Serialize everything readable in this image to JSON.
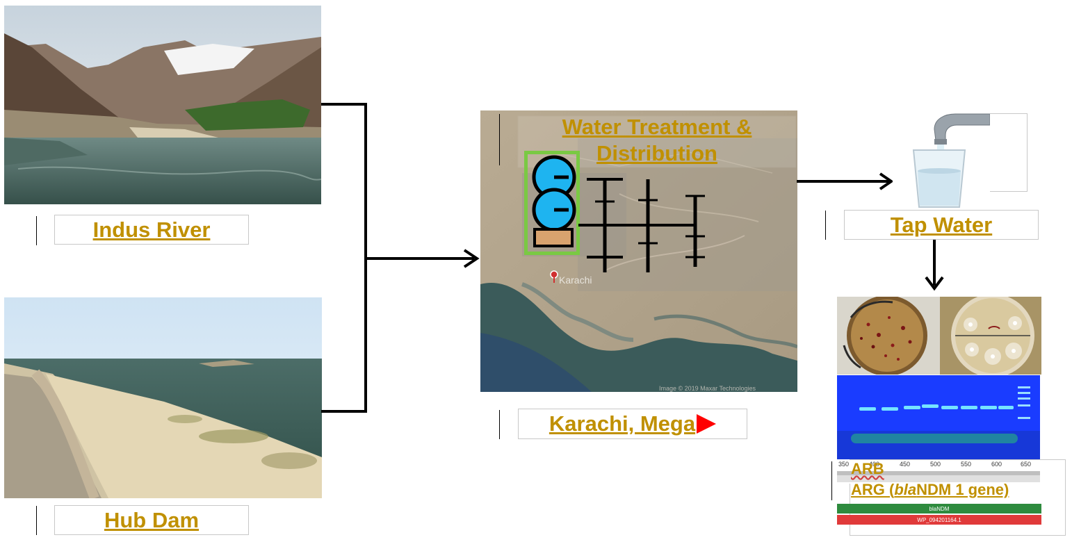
{
  "sources": {
    "indus_label": "Indus River",
    "hub_label": "Hub Dam"
  },
  "center": {
    "title_line1": "Water Treatment &",
    "title_line2": "Distribution",
    "city_marker": "Karachi",
    "map_credit": "Image © 2019 Maxar Technologies",
    "caption": "Karachi, Mega"
  },
  "right": {
    "tap_label": "Tap Water",
    "arb_label": "ARB",
    "arg_label_prefix": "ARG (",
    "arg_label_italic": "bla",
    "arg_label_suffix": "NDM 1 gene)",
    "ruler_ticks": [
      "350",
      "400",
      "450",
      "500",
      "550",
      "600",
      "650"
    ],
    "gene_track_label": "blaNDM",
    "protein_track_label": "WP_094201164.1"
  },
  "colors": {
    "label_gold": "#c09000",
    "arrow_red": "#ff0000",
    "treatment_box": "#7ac943",
    "tank_blue": "#1eb4f0",
    "gel_blue": "#1a3cff"
  }
}
